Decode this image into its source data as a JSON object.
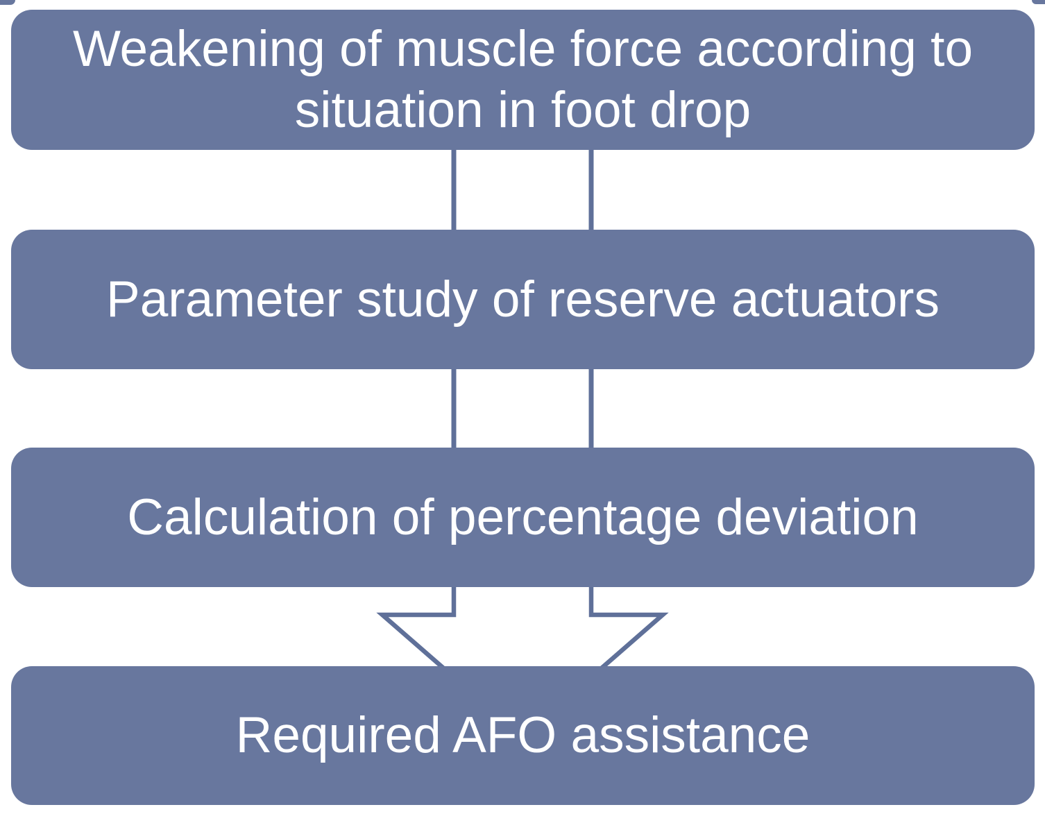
{
  "diagram": {
    "type": "flowchart",
    "direction": "top-down",
    "boxes": [
      {
        "id": "step-1",
        "label": "Weakening of muscle force according to situation in foot drop",
        "lines": [
          "Weakening of muscle force according to",
          "situation in foot drop"
        ]
      },
      {
        "id": "step-2",
        "label": "Parameter study of reserve actuators"
      },
      {
        "id": "step-3",
        "label": "Calculation of percentage deviation"
      },
      {
        "id": "step-4",
        "label": "Required AFO assistance"
      }
    ],
    "connectors": [
      {
        "from": "step-1",
        "to": "step-2",
        "style": "double-line-shaft"
      },
      {
        "from": "step-2",
        "to": "step-3",
        "style": "double-line-shaft"
      },
      {
        "from": "step-3",
        "to": "step-4",
        "style": "outlined-down-arrow"
      }
    ],
    "colors": {
      "box_fill": "#68779E",
      "connector_stroke": "#5F7099",
      "arrow_fill": "#FFFFFF",
      "text": "#FFFFFF",
      "background": "#FFFFFF"
    }
  }
}
